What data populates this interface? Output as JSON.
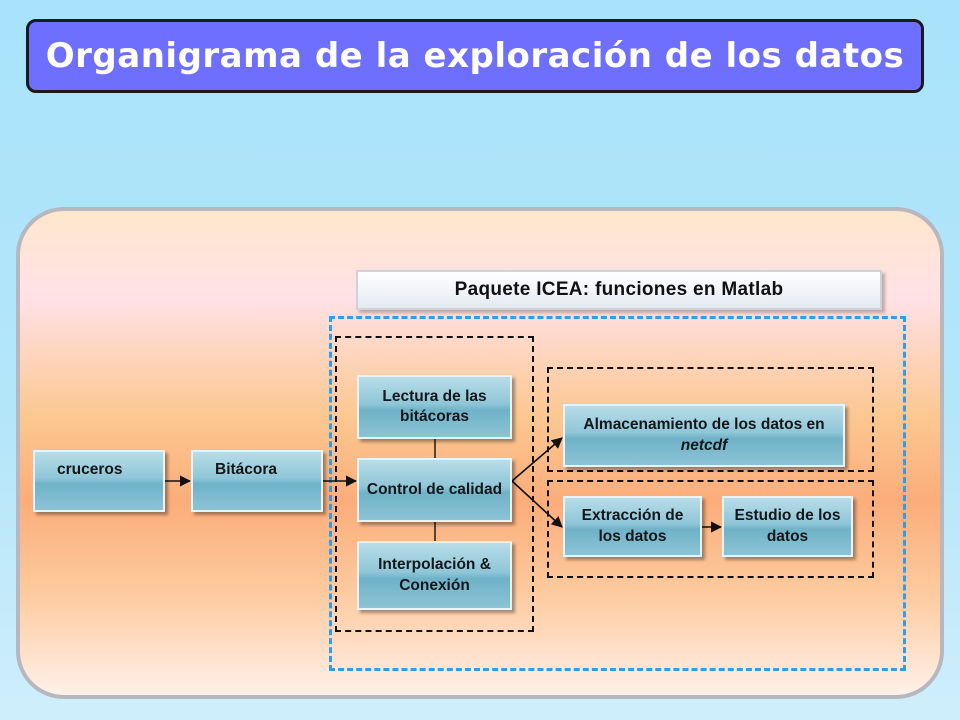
{
  "title": "Organigrama de la exploración de los datos",
  "package_label": "Paquete ICEA: funciones en Matlab",
  "nodes": {
    "cruceros": "cruceros",
    "bitacora": "Bitácora",
    "lectura": "Lectura de las bitácoras",
    "control": "Control de calidad",
    "interpolacion": "Interpolación & Conexión",
    "almacenamiento_prefix": "Almacenamiento de los datos en ",
    "almacenamiento_emph": "netcdf",
    "extraccion": "Extracción de los datos",
    "estudio": "Estudio de los datos"
  },
  "colors": {
    "title_bg": "#6f6fff",
    "package_border": "#2f9ee6",
    "node_fill": "#8fc6d8"
  }
}
